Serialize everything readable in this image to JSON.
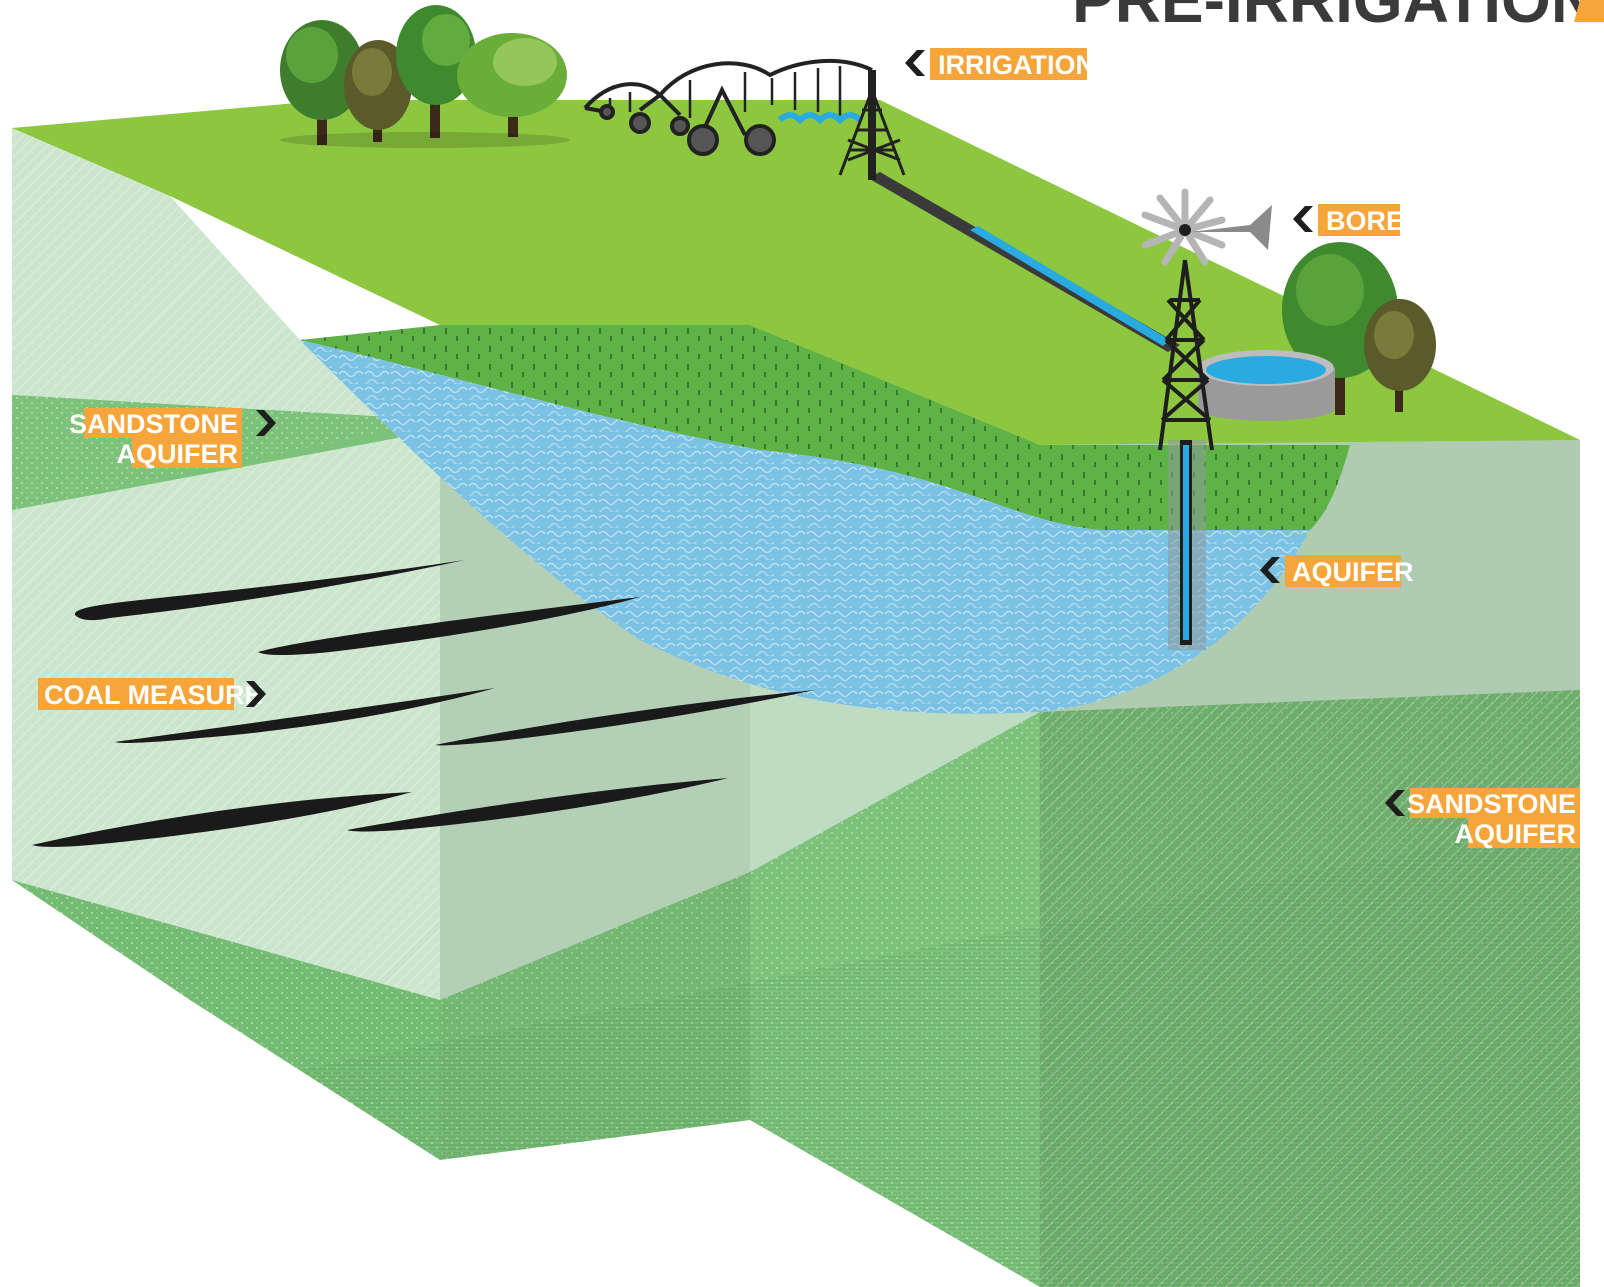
{
  "title": "PRE-IRRIGATION",
  "labels": {
    "irrigation": "IRRIGATION",
    "bore": "BORE",
    "aquifer": "AQUIFER",
    "sandstone_left_line1": "SANDSTONE",
    "sandstone_left_line2": "AQUIFER",
    "sandstone_right_line1": "SANDSTONE",
    "sandstone_right_line2": "AQUIFER",
    "coal_measure": "COAL MEASURE"
  },
  "colors": {
    "label_bg": "#f5a53a",
    "label_text": "#ffffff",
    "chevron": "#1e1e1e",
    "title_text": "#3a3a3a",
    "surface": "#8dc63f",
    "topsoil": "#5fb246",
    "aquifer_water": "#7cc2e4",
    "sandstone": "#7cc27a",
    "coal_layer": "#c9e5cc",
    "coal_seams": "#1a1a1a",
    "tank_water": "#29aae1"
  },
  "icons": [
    "tree-icon",
    "center-pivot-irrigator-icon",
    "windmill-icon",
    "water-tank-icon",
    "bore-casing-icon",
    "chevron-left-icon",
    "chevron-right-icon"
  ]
}
